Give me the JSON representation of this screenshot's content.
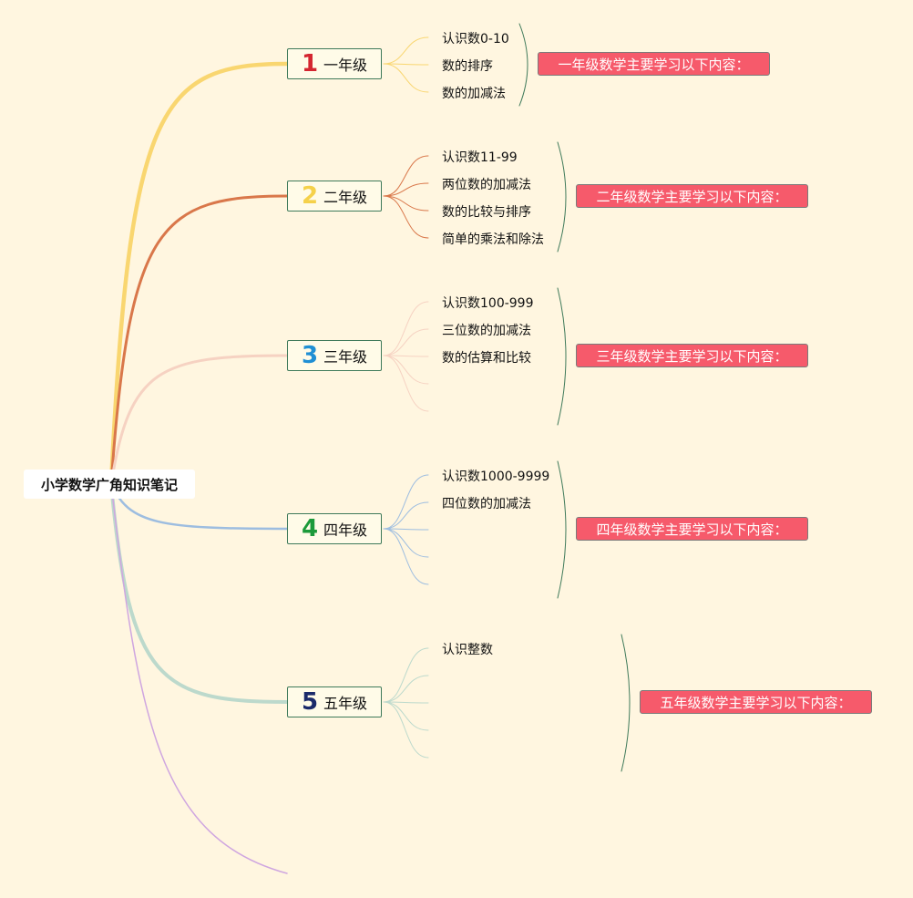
{
  "root": {
    "title": "小学数学广角知识笔记"
  },
  "colors": {
    "background": "#fff6e0",
    "summary_bg": "#f65a6b",
    "node_border": "#3f7a5a"
  },
  "grades": [
    {
      "number": "1",
      "name": "一年级",
      "color": "#f9d670",
      "num_color": "#d42630",
      "items": [
        "认识数0-10",
        "数的排序",
        "数的加减法"
      ],
      "empty_slots": 0,
      "summary": "一年级数学主要学习以下内容："
    },
    {
      "number": "2",
      "name": "二年级",
      "color": "#d9774a",
      "num_color": "#f5d14a",
      "items": [
        "认识数11-99",
        "两位数的加减法",
        "数的比较与排序",
        "简单的乘法和除法"
      ],
      "empty_slots": 0,
      "summary": "二年级数学主要学习以下内容："
    },
    {
      "number": "3",
      "name": "三年级",
      "color": "#f6d2c2",
      "num_color": "#1f8fd4",
      "items": [
        "认识数100-999",
        "三位数的加减法",
        "数的估算和比较"
      ],
      "empty_slots": 2,
      "summary": "三年级数学主要学习以下内容："
    },
    {
      "number": "4",
      "name": "四年级",
      "color": "#9dbde0",
      "num_color": "#1c9a3a",
      "items": [
        "认识数1000-9999",
        "四位数的加减法"
      ],
      "empty_slots": 3,
      "summary": "四年级数学主要学习以下内容："
    },
    {
      "number": "5",
      "name": "五年级",
      "color": "#bcd9cc",
      "num_color": "#1b2a6a",
      "items": [
        "认识整数"
      ],
      "empty_slots": 4,
      "summary": "五年级数学主要学习以下内容："
    }
  ],
  "extra_branch_color": "#cfa6e0"
}
